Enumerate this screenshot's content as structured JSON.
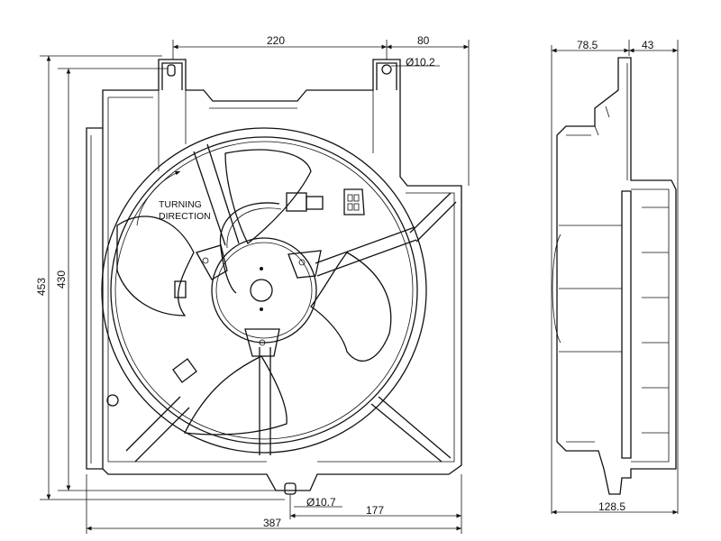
{
  "front_view": {
    "annotation": {
      "line1": "TURNING",
      "line2": "DIRECTION"
    },
    "dimensions": {
      "width_upper": "220",
      "offset_upper": "80",
      "hole_upper": "Ø10.2",
      "height_total": "453",
      "height_shroud": "430",
      "hole_lower": "Ø10.7",
      "offset_lower": "177",
      "width_total": "387"
    }
  },
  "side_view": {
    "dimensions": {
      "depth_front": "78.5",
      "depth_rear": "43",
      "depth_total": "128.5"
    }
  },
  "colors": {
    "line": "#111111",
    "background": "#ffffff"
  }
}
